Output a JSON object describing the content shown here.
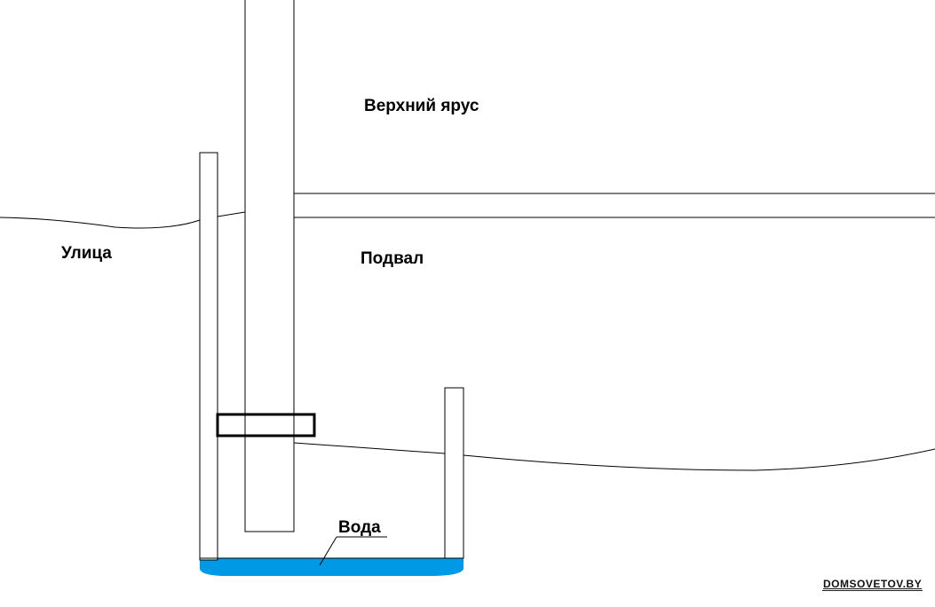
{
  "labels": {
    "upper_tier": "Верхний ярус",
    "street": "Улица",
    "basement": "Подвал",
    "water": "Вода"
  },
  "watermark": "DOMSOVETOV.BY",
  "colors": {
    "background": "#ffffff",
    "line": "#000000",
    "water": "#0099e6",
    "frame": "#000000"
  }
}
